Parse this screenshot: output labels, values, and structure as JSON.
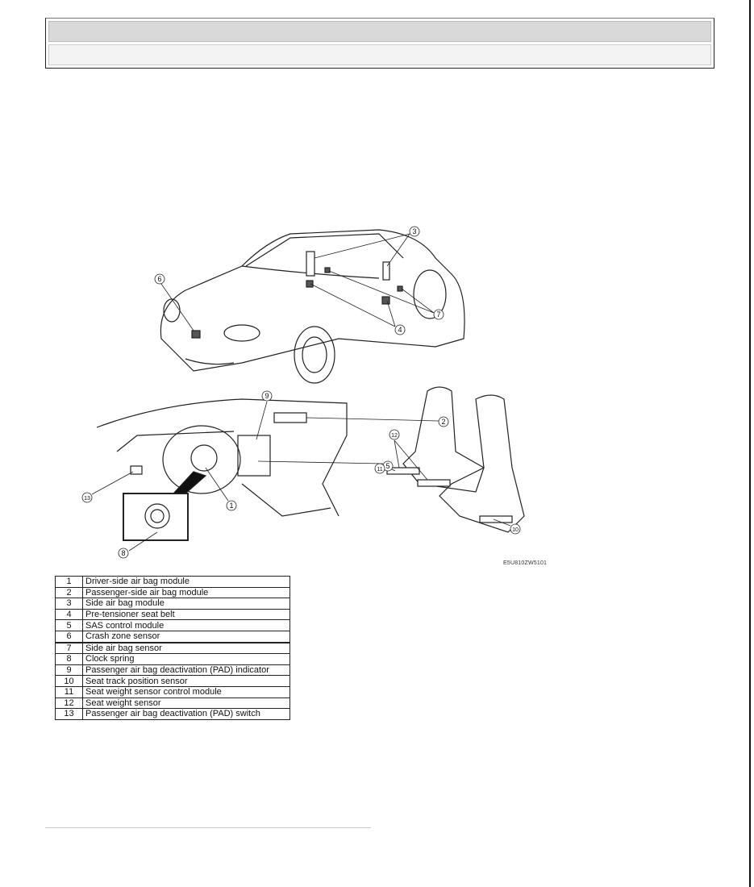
{
  "figure_code": "E5U810ZW5101",
  "callouts": [
    "1",
    "2",
    "3",
    "4",
    "5",
    "6",
    "7",
    "8",
    "9",
    "10",
    "11",
    "12",
    "13"
  ],
  "legend": [
    {
      "num": "1",
      "label": "Driver-side air bag module"
    },
    {
      "num": "2",
      "label": "Passenger-side air bag module"
    },
    {
      "num": "3",
      "label": "Side air bag module"
    },
    {
      "num": "4",
      "label": "Pre-tensioner seat belt"
    },
    {
      "num": "5",
      "label": "SAS control module"
    },
    {
      "num": "6",
      "label": "Crash zone sensor"
    },
    {
      "num": "7",
      "label": "Side air bag sensor"
    },
    {
      "num": "8",
      "label": "Clock spring"
    },
    {
      "num": "9",
      "label": "Passenger air bag deactivation (PAD) indicator"
    },
    {
      "num": "10",
      "label": "Seat track position sensor"
    },
    {
      "num": "11",
      "label": "Seat weight sensor control module"
    },
    {
      "num": "12",
      "label": "Seat weight sensor"
    },
    {
      "num": "13",
      "label": "Passenger air bag deactivation (PAD) switch"
    }
  ]
}
